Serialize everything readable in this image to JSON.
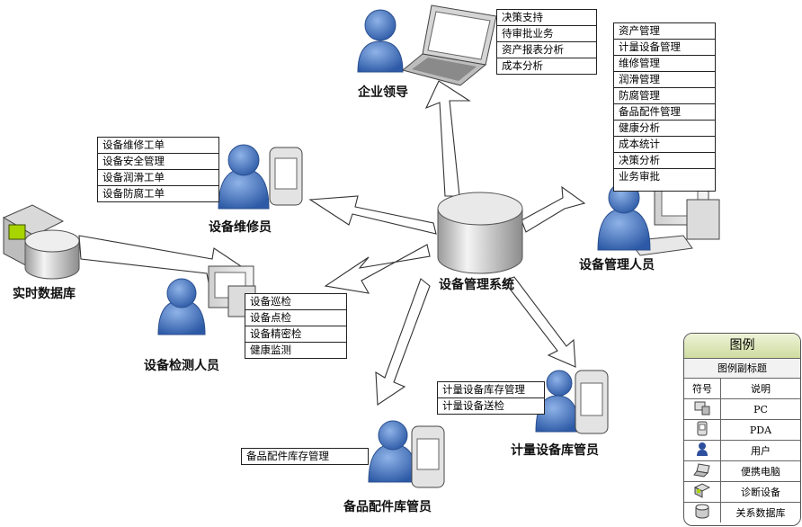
{
  "center": {
    "label": "设备管理系统"
  },
  "roles": {
    "leader": "企业领导",
    "maintainer": "设备维修员",
    "manager": "设备管理人员",
    "realtime_db": "实时数据库",
    "inspector": "设备检测人员",
    "spares_keeper": "备品配件库管员",
    "metering_keeper": "计量设备库管员"
  },
  "menus": {
    "leader": [
      "决策支持",
      "待审批业务",
      "资产报表分析",
      "成本分析"
    ],
    "manager": [
      "资产管理",
      "计量设备管理",
      "维修管理",
      "润滑管理",
      "防腐管理",
      "备品配件管理",
      "健康分析",
      "成本统计",
      "决策分析",
      "业务审批"
    ],
    "maintainer": [
      "设备维修工单",
      "设备安全管理",
      "设备润滑工单",
      "设备防腐工单"
    ],
    "inspector": [
      "设备巡检",
      "设备点检",
      "设备精密检",
      "健康监测"
    ],
    "metering": [
      "计量设备库存管理",
      "计量设备送检"
    ],
    "spares": [
      "备品配件库存管理"
    ]
  },
  "legend": {
    "title": "图例",
    "subtitle": "图例副标题",
    "header": {
      "symbol": "符号",
      "desc": "说明"
    },
    "items": [
      {
        "icon": "pc-icon",
        "label": "PC"
      },
      {
        "icon": "pda-icon",
        "label": "PDA"
      },
      {
        "icon": "user-icon",
        "label": "用户"
      },
      {
        "icon": "laptop-icon",
        "label": "便携电脑"
      },
      {
        "icon": "diagnostic-device-icon",
        "label": "诊断设备"
      },
      {
        "icon": "database-icon",
        "label": "关系数据库"
      }
    ]
  },
  "colors": {
    "person": "#3f6fb8",
    "screen_green": "#a8d400",
    "legend_header": "#d9e4b3"
  }
}
